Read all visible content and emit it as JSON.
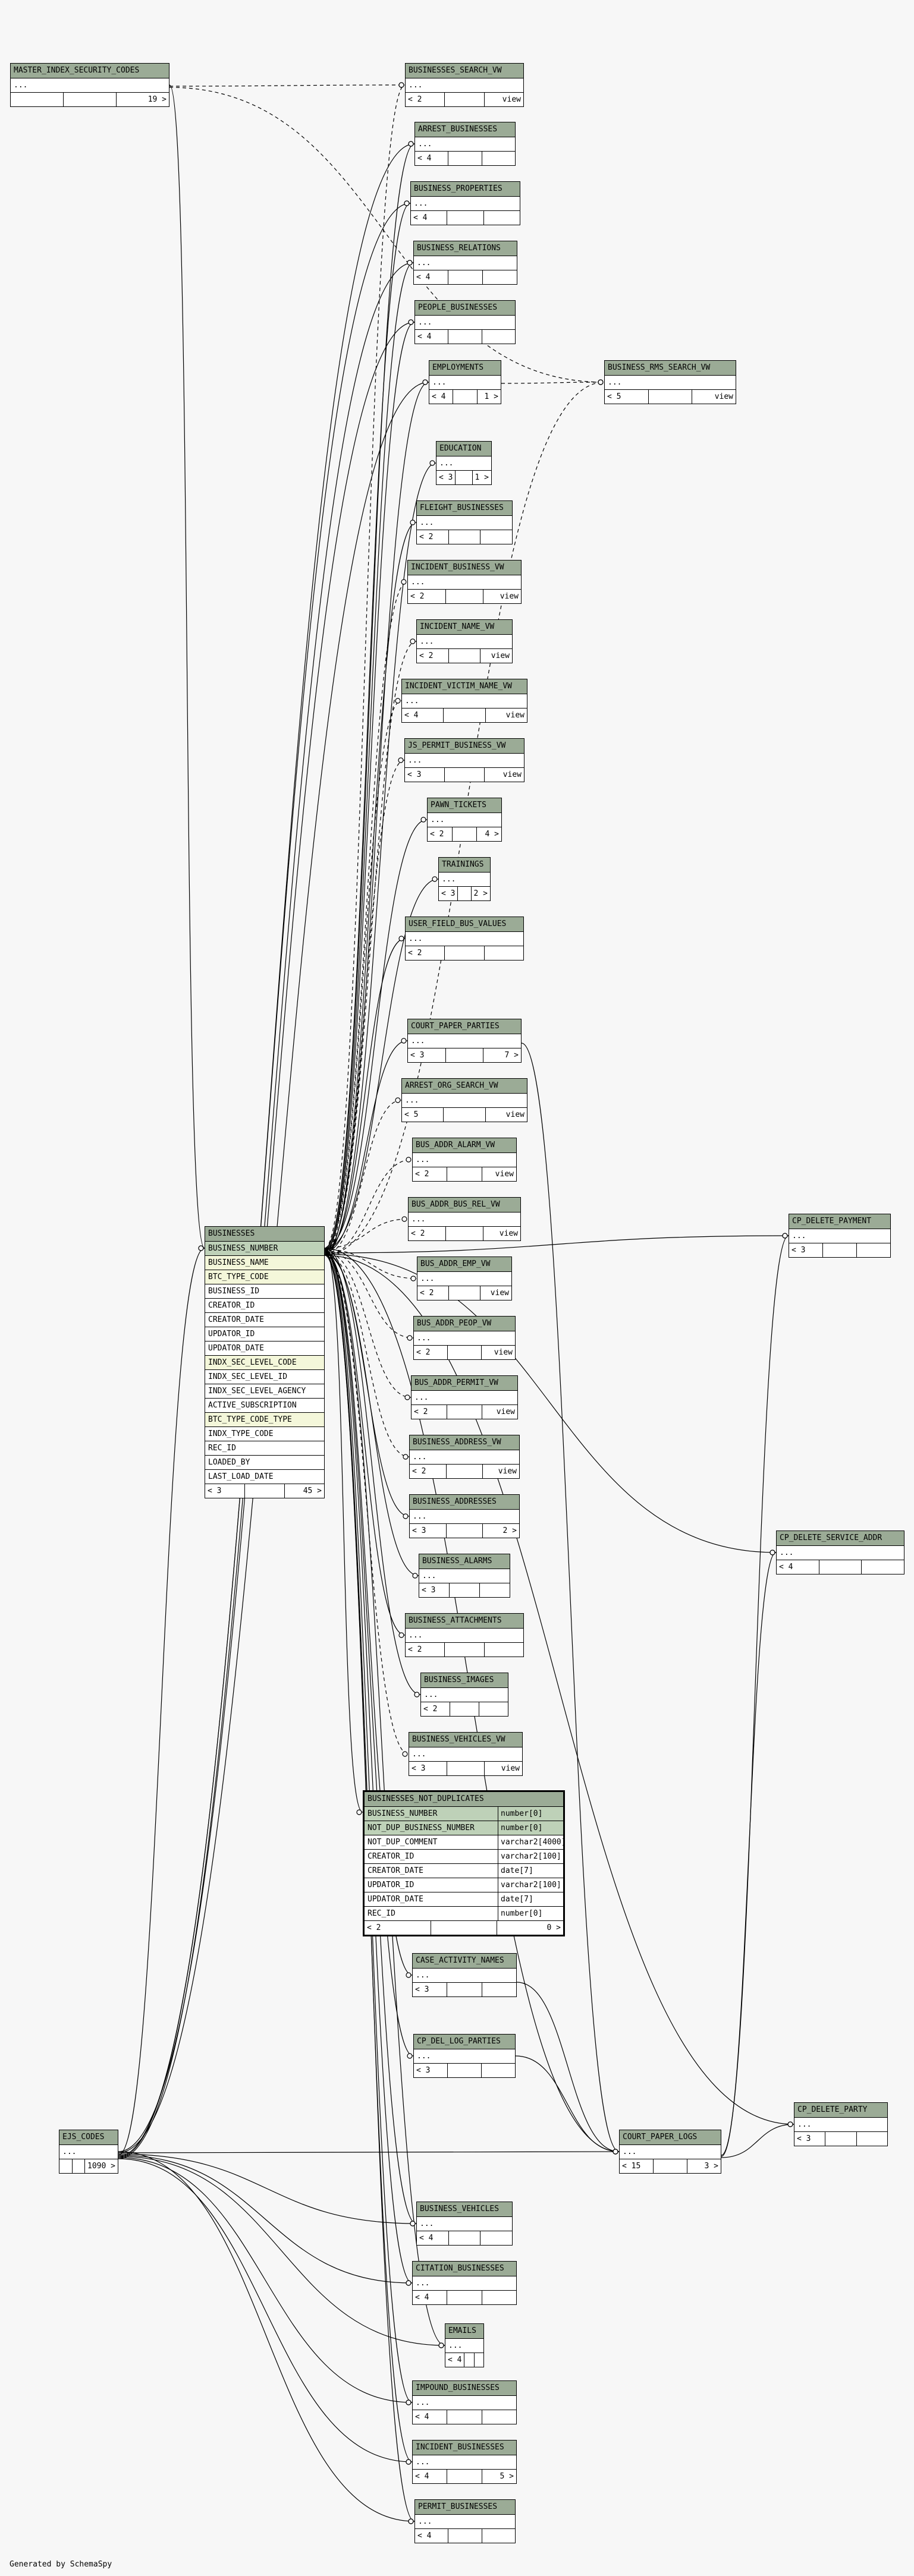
{
  "footer": "Generated by SchemaSpy",
  "tables": [
    {
      "id": "MASTER_INDEX_SECURITY_CODES",
      "title": "MASTER_INDEX_SECURITY_CODES",
      "rows": [
        {
          "name": "..."
        }
      ],
      "children": "",
      "parents": "",
      "count": "19 >"
    },
    {
      "id": "BUSINESSES_SEARCH_VW",
      "title": "BUSINESSES_SEARCH_VW",
      "rows": [
        {
          "name": "..."
        }
      ],
      "children": "< 2",
      "parents": "",
      "count": "view"
    },
    {
      "id": "ARREST_BUSINESSES",
      "title": "ARREST_BUSINESSES",
      "rows": [
        {
          "name": "..."
        }
      ],
      "children": "< 4",
      "parents": "",
      "count": ""
    },
    {
      "id": "BUSINESS_PROPERTIES",
      "title": "BUSINESS_PROPERTIES",
      "rows": [
        {
          "name": "..."
        }
      ],
      "children": "< 4",
      "parents": "",
      "count": ""
    },
    {
      "id": "BUSINESS_RELATIONS",
      "title": "BUSINESS_RELATIONS",
      "rows": [
        {
          "name": "..."
        }
      ],
      "children": "< 4",
      "parents": "",
      "count": ""
    },
    {
      "id": "PEOPLE_BUSINESSES",
      "title": "PEOPLE_BUSINESSES",
      "rows": [
        {
          "name": "..."
        }
      ],
      "children": "< 4",
      "parents": "",
      "count": ""
    },
    {
      "id": "EMPLOYMENTS",
      "title": "EMPLOYMENTS",
      "rows": [
        {
          "name": "..."
        }
      ],
      "children": "< 4",
      "parents": "",
      "count": "1 >"
    },
    {
      "id": "BUSINESS_RMS_SEARCH_VW",
      "title": "BUSINESS_RMS_SEARCH_VW",
      "rows": [
        {
          "name": "..."
        }
      ],
      "children": "< 5",
      "parents": "",
      "count": "view"
    },
    {
      "id": "EDUCATION",
      "title": "EDUCATION",
      "rows": [
        {
          "name": "..."
        }
      ],
      "children": "< 3",
      "parents": "",
      "count": "1 >"
    },
    {
      "id": "FLEIGHT_BUSINESSES",
      "title": "FLEIGHT_BUSINESSES",
      "rows": [
        {
          "name": "..."
        }
      ],
      "children": "< 2",
      "parents": "",
      "count": ""
    },
    {
      "id": "INCIDENT_BUSINESS_VW",
      "title": "INCIDENT_BUSINESS_VW",
      "rows": [
        {
          "name": "..."
        }
      ],
      "children": "< 2",
      "parents": "",
      "count": "view"
    },
    {
      "id": "INCIDENT_NAME_VW",
      "title": "INCIDENT_NAME_VW",
      "rows": [
        {
          "name": "..."
        }
      ],
      "children": "< 2",
      "parents": "",
      "count": "view"
    },
    {
      "id": "INCIDENT_VICTIM_NAME_VW",
      "title": "INCIDENT_VICTIM_NAME_VW",
      "rows": [
        {
          "name": "..."
        }
      ],
      "children": "< 4",
      "parents": "",
      "count": "view"
    },
    {
      "id": "JS_PERMIT_BUSINESS_VW",
      "title": "JS_PERMIT_BUSINESS_VW",
      "rows": [
        {
          "name": "..."
        }
      ],
      "children": "< 3",
      "parents": "",
      "count": "view"
    },
    {
      "id": "PAWN_TICKETS",
      "title": "PAWN_TICKETS",
      "rows": [
        {
          "name": "..."
        }
      ],
      "children": "< 2",
      "parents": "",
      "count": "4 >"
    },
    {
      "id": "TRAININGS",
      "title": "TRAININGS",
      "rows": [
        {
          "name": "..."
        }
      ],
      "children": "< 3",
      "parents": "",
      "count": "2 >"
    },
    {
      "id": "USER_FIELD_BUS_VALUES",
      "title": "USER_FIELD_BUS_VALUES",
      "rows": [
        {
          "name": "..."
        }
      ],
      "children": "< 2",
      "parents": "",
      "count": ""
    },
    {
      "id": "COURT_PAPER_PARTIES",
      "title": "COURT_PAPER_PARTIES",
      "rows": [
        {
          "name": "..."
        }
      ],
      "children": "< 3",
      "parents": "",
      "count": "7 >"
    },
    {
      "id": "ARREST_ORG_SEARCH_VW",
      "title": "ARREST_ORG_SEARCH_VW",
      "rows": [
        {
          "name": "..."
        }
      ],
      "children": "< 5",
      "parents": "",
      "count": "view"
    },
    {
      "id": "BUS_ADDR_ALARM_VW",
      "title": "BUS_ADDR_ALARM_VW",
      "rows": [
        {
          "name": "..."
        }
      ],
      "children": "< 2",
      "parents": "",
      "count": "view"
    },
    {
      "id": "BUS_ADDR_BUS_REL_VW",
      "title": "BUS_ADDR_BUS_REL_VW",
      "rows": [
        {
          "name": "..."
        }
      ],
      "children": "< 2",
      "parents": "",
      "count": "view"
    },
    {
      "id": "BUS_ADDR_EMP_VW",
      "title": "BUS_ADDR_EMP_VW",
      "rows": [
        {
          "name": "..."
        }
      ],
      "children": "< 2",
      "parents": "",
      "count": "view"
    },
    {
      "id": "BUS_ADDR_PEOP_VW",
      "title": "BUS_ADDR_PEOP_VW",
      "rows": [
        {
          "name": "..."
        }
      ],
      "children": "< 2",
      "parents": "",
      "count": "view"
    },
    {
      "id": "BUS_ADDR_PERMIT_VW",
      "title": "BUS_ADDR_PERMIT_VW",
      "rows": [
        {
          "name": "..."
        }
      ],
      "children": "< 2",
      "parents": "",
      "count": "view"
    },
    {
      "id": "BUSINESS_ADDRESS_VW",
      "title": "BUSINESS_ADDRESS_VW",
      "rows": [
        {
          "name": "..."
        }
      ],
      "children": "< 2",
      "parents": "",
      "count": "view"
    },
    {
      "id": "BUSINESS_ADDRESSES",
      "title": "BUSINESS_ADDRESSES",
      "rows": [
        {
          "name": "..."
        }
      ],
      "children": "< 3",
      "parents": "",
      "count": "2 >"
    },
    {
      "id": "BUSINESS_ALARMS",
      "title": "BUSINESS_ALARMS",
      "rows": [
        {
          "name": "..."
        }
      ],
      "children": "< 3",
      "parents": "",
      "count": ""
    },
    {
      "id": "BUSINESS_ATTACHMENTS",
      "title": "BUSINESS_ATTACHMENTS",
      "rows": [
        {
          "name": "..."
        }
      ],
      "children": "< 2",
      "parents": "",
      "count": ""
    },
    {
      "id": "BUSINESS_IMAGES",
      "title": "BUSINESS_IMAGES",
      "rows": [
        {
          "name": "..."
        }
      ],
      "children": "< 2",
      "parents": "",
      "count": ""
    },
    {
      "id": "BUSINESS_VEHICLES_VW",
      "title": "BUSINESS_VEHICLES_VW",
      "rows": [
        {
          "name": "..."
        }
      ],
      "children": "< 3",
      "parents": "",
      "count": "view"
    },
    {
      "id": "BUSINESSES",
      "title": "BUSINESSES",
      "rows": [
        {
          "name": "BUSINESS_NUMBER",
          "kind": "key"
        },
        {
          "name": "BUSINESS_NAME",
          "kind": "fk"
        },
        {
          "name": "BTC_TYPE_CODE",
          "kind": "fk"
        },
        {
          "name": "BUSINESS_ID"
        },
        {
          "name": "CREATOR_ID"
        },
        {
          "name": "CREATOR_DATE"
        },
        {
          "name": "UPDATOR_ID"
        },
        {
          "name": "UPDATOR_DATE"
        },
        {
          "name": "INDX_SEC_LEVEL_CODE",
          "kind": "fk"
        },
        {
          "name": "INDX_SEC_LEVEL_ID"
        },
        {
          "name": "INDX_SEC_LEVEL_AGENCY"
        },
        {
          "name": "ACTIVE_SUBSCRIPTION"
        },
        {
          "name": "BTC_TYPE_CODE_TYPE",
          "kind": "fk"
        },
        {
          "name": "INDX_TYPE_CODE"
        },
        {
          "name": "REC_ID"
        },
        {
          "name": "LOADED_BY"
        },
        {
          "name": "LAST_LOAD_DATE"
        }
      ],
      "children": "< 3",
      "parents": "",
      "count": "45 >"
    },
    {
      "id": "BUSINESSES_NOT_DUPLICATES",
      "title": "BUSINESSES_NOT_DUPLICATES",
      "focus": true,
      "rows": [
        {
          "name": "BUSINESS_NUMBER",
          "type": "number[0]",
          "kind": "key"
        },
        {
          "name": "NOT_DUP_BUSINESS_NUMBER",
          "type": "number[0]",
          "kind": "key"
        },
        {
          "name": "NOT_DUP_COMMENT",
          "type": "varchar2[4000]"
        },
        {
          "name": "CREATOR_ID",
          "type": "varchar2[100]"
        },
        {
          "name": "CREATOR_DATE",
          "type": "date[7]"
        },
        {
          "name": "UPDATOR_ID",
          "type": "varchar2[100]"
        },
        {
          "name": "UPDATOR_DATE",
          "type": "date[7]"
        },
        {
          "name": "REC_ID",
          "type": "number[0]"
        }
      ],
      "children": "< 2",
      "parents": "",
      "count": "0 >"
    },
    {
      "id": "CASE_ACTIVITY_NAMES",
      "title": "CASE_ACTIVITY_NAMES",
      "rows": [
        {
          "name": "..."
        }
      ],
      "children": "< 3",
      "parents": "",
      "count": ""
    },
    {
      "id": "CP_DEL_LOG_PARTIES",
      "title": "CP_DEL_LOG_PARTIES",
      "rows": [
        {
          "name": "..."
        }
      ],
      "children": "< 3",
      "parents": "",
      "count": ""
    },
    {
      "id": "CP_DELETE_PAYMENT",
      "title": "CP_DELETE_PAYMENT",
      "rows": [
        {
          "name": "..."
        }
      ],
      "children": "< 3",
      "parents": "",
      "count": ""
    },
    {
      "id": "CP_DELETE_SERVICE_ADDR",
      "title": "CP_DELETE_SERVICE_ADDR",
      "rows": [
        {
          "name": "..."
        }
      ],
      "children": "< 4",
      "parents": "",
      "count": ""
    },
    {
      "id": "CP_DELETE_PARTY",
      "title": "CP_DELETE_PARTY",
      "rows": [
        {
          "name": "..."
        }
      ],
      "children": "< 3",
      "parents": "",
      "count": ""
    },
    {
      "id": "EJS_CODES",
      "title": "EJS_CODES",
      "rows": [
        {
          "name": "..."
        }
      ],
      "children": "",
      "parents": "",
      "count": "1090 >"
    },
    {
      "id": "COURT_PAPER_LOGS",
      "title": "COURT_PAPER_LOGS",
      "rows": [
        {
          "name": "..."
        }
      ],
      "children": "< 15",
      "parents": "",
      "count": "3 >"
    },
    {
      "id": "BUSINESS_VEHICLES",
      "title": "BUSINESS_VEHICLES",
      "rows": [
        {
          "name": "..."
        }
      ],
      "children": "< 4",
      "parents": "",
      "count": ""
    },
    {
      "id": "CITATION_BUSINESSES",
      "title": "CITATION_BUSINESSES",
      "rows": [
        {
          "name": "..."
        }
      ],
      "children": "< 4",
      "parents": "",
      "count": ""
    },
    {
      "id": "EMAILS",
      "title": "EMAILS",
      "rows": [
        {
          "name": "..."
        }
      ],
      "children": "< 4",
      "parents": "",
      "count": ""
    },
    {
      "id": "IMPOUND_BUSINESSES",
      "title": "IMPOUND_BUSINESSES",
      "rows": [
        {
          "name": "..."
        }
      ],
      "children": "< 4",
      "parents": "",
      "count": ""
    },
    {
      "id": "INCIDENT_BUSINESSES",
      "title": "INCIDENT_BUSINESSES",
      "rows": [
        {
          "name": "..."
        }
      ],
      "children": "< 4",
      "parents": "",
      "count": "5 >"
    },
    {
      "id": "PERMIT_BUSINESSES",
      "title": "PERMIT_BUSINESSES",
      "rows": [
        {
          "name": "..."
        }
      ],
      "children": "< 4",
      "parents": "",
      "count": ""
    }
  ],
  "relations": [
    {
      "from": "BUSINESSES",
      "to": "ARREST_BUSINESSES"
    },
    {
      "from": "BUSINESSES",
      "to": "BUSINESS_PROPERTIES"
    },
    {
      "from": "BUSINESSES",
      "to": "BUSINESS_RELATIONS"
    },
    {
      "from": "BUSINESSES",
      "to": "PEOPLE_BUSINESSES"
    },
    {
      "from": "BUSINESSES",
      "to": "EMPLOYMENTS"
    },
    {
      "from": "BUSINESSES",
      "to": "EDUCATION"
    },
    {
      "from": "BUSINESSES",
      "to": "FLEIGHT_BUSINESSES"
    },
    {
      "from": "BUSINESSES",
      "to": "PAWN_TICKETS"
    },
    {
      "from": "BUSINESSES",
      "to": "TRAININGS"
    },
    {
      "from": "BUSINESSES",
      "to": "USER_FIELD_BUS_VALUES"
    },
    {
      "from": "BUSINESSES",
      "to": "COURT_PAPER_PARTIES"
    },
    {
      "from": "BUSINESSES",
      "to": "BUSINESS_ADDRESSES"
    },
    {
      "from": "BUSINESSES",
      "to": "BUSINESS_ALARMS"
    },
    {
      "from": "BUSINESSES",
      "to": "BUSINESS_ATTACHMENTS"
    },
    {
      "from": "BUSINESSES",
      "to": "BUSINESS_IMAGES"
    },
    {
      "from": "BUSINESSES",
      "to": "BUSINESSES_NOT_DUPLICATES"
    },
    {
      "from": "BUSINESSES",
      "to": "CASE_ACTIVITY_NAMES"
    },
    {
      "from": "BUSINESSES",
      "to": "CP_DEL_LOG_PARTIES"
    },
    {
      "from": "BUSINESSES",
      "to": "CP_DELETE_PAYMENT"
    },
    {
      "from": "BUSINESSES",
      "to": "CP_DELETE_SERVICE_ADDR"
    },
    {
      "from": "BUSINESSES",
      "to": "CP_DELETE_PARTY"
    },
    {
      "from": "BUSINESSES",
      "to": "COURT_PAPER_LOGS"
    },
    {
      "from": "BUSINESSES",
      "to": "BUSINESS_VEHICLES"
    },
    {
      "from": "BUSINESSES",
      "to": "CITATION_BUSINESSES"
    },
    {
      "from": "BUSINESSES",
      "to": "EMAILS"
    },
    {
      "from": "BUSINESSES",
      "to": "IMPOUND_BUSINESSES"
    },
    {
      "from": "BUSINESSES",
      "to": "INCIDENT_BUSINESSES"
    },
    {
      "from": "BUSINESSES",
      "to": "PERMIT_BUSINESSES"
    },
    {
      "from": "BUSINESSES",
      "to": "BUSINESSES_SEARCH_VW",
      "dashed": true
    },
    {
      "from": "BUSINESSES",
      "to": "INCIDENT_BUSINESS_VW",
      "dashed": true
    },
    {
      "from": "BUSINESSES",
      "to": "INCIDENT_NAME_VW",
      "dashed": true
    },
    {
      "from": "BUSINESSES",
      "to": "INCIDENT_VICTIM_NAME_VW",
      "dashed": true
    },
    {
      "from": "BUSINESSES",
      "to": "JS_PERMIT_BUSINESS_VW",
      "dashed": true
    },
    {
      "from": "BUSINESSES",
      "to": "ARREST_ORG_SEARCH_VW",
      "dashed": true
    },
    {
      "from": "BUSINESSES",
      "to": "BUS_ADDR_ALARM_VW",
      "dashed": true
    },
    {
      "from": "BUSINESSES",
      "to": "BUS_ADDR_BUS_REL_VW",
      "dashed": true
    },
    {
      "from": "BUSINESSES",
      "to": "BUS_ADDR_EMP_VW",
      "dashed": true
    },
    {
      "from": "BUSINESSES",
      "to": "BUS_ADDR_PEOP_VW",
      "dashed": true
    },
    {
      "from": "BUSINESSES",
      "to": "BUS_ADDR_PERMIT_VW",
      "dashed": true
    },
    {
      "from": "BUSINESSES",
      "to": "BUSINESS_ADDRESS_VW",
      "dashed": true
    },
    {
      "from": "BUSINESSES",
      "to": "BUSINESS_VEHICLES_VW",
      "dashed": true
    },
    {
      "from": "BUSINESSES",
      "to": "BUSINESS_RMS_SEARCH_VW",
      "dashed": true
    },
    {
      "from": "MASTER_INDEX_SECURITY_CODES",
      "to": "BUSINESSES"
    },
    {
      "from": "MASTER_INDEX_SECURITY_CODES",
      "to": "BUSINESSES_SEARCH_VW",
      "dashed": true
    },
    {
      "from": "MASTER_INDEX_SECURITY_CODES",
      "to": "BUSINESS_RMS_SEARCH_VW",
      "dashed": true
    },
    {
      "from": "EJS_CODES",
      "to": "BUSINESSES"
    },
    {
      "from": "EJS_CODES",
      "to": "ARREST_BUSINESSES"
    },
    {
      "from": "EJS_CODES",
      "to": "BUSINESS_PROPERTIES"
    },
    {
      "from": "EJS_CODES",
      "to": "BUSINESS_RELATIONS"
    },
    {
      "from": "EJS_CODES",
      "to": "PEOPLE_BUSINESSES"
    },
    {
      "from": "EJS_CODES",
      "to": "EMPLOYMENTS"
    },
    {
      "from": "EJS_CODES",
      "to": "BUSINESS_VEHICLES"
    },
    {
      "from": "EJS_CODES",
      "to": "CITATION_BUSINESSES"
    },
    {
      "from": "EJS_CODES",
      "to": "EMAILS"
    },
    {
      "from": "EJS_CODES",
      "to": "IMPOUND_BUSINESSES"
    },
    {
      "from": "EJS_CODES",
      "to": "INCIDENT_BUSINESSES"
    },
    {
      "from": "EJS_CODES",
      "to": "PERMIT_BUSINESSES"
    },
    {
      "from": "EJS_CODES",
      "to": "COURT_PAPER_LOGS"
    },
    {
      "from": "COURT_PAPER_PARTIES",
      "to": "COURT_PAPER_LOGS"
    },
    {
      "from": "COURT_PAPER_LOGS",
      "to": "CP_DELETE_PAYMENT"
    },
    {
      "from": "COURT_PAPER_LOGS",
      "to": "CP_DELETE_SERVICE_ADDR"
    },
    {
      "from": "COURT_PAPER_LOGS",
      "to": "CP_DELETE_PARTY"
    },
    {
      "from": "CASE_ACTIVITY_NAMES",
      "to": "COURT_PAPER_LOGS"
    },
    {
      "from": "CP_DEL_LOG_PARTIES",
      "to": "COURT_PAPER_LOGS"
    },
    {
      "from": "EMPLOYMENTS",
      "to": "BUSINESS_RMS_SEARCH_VW",
      "dashed": true
    }
  ]
}
